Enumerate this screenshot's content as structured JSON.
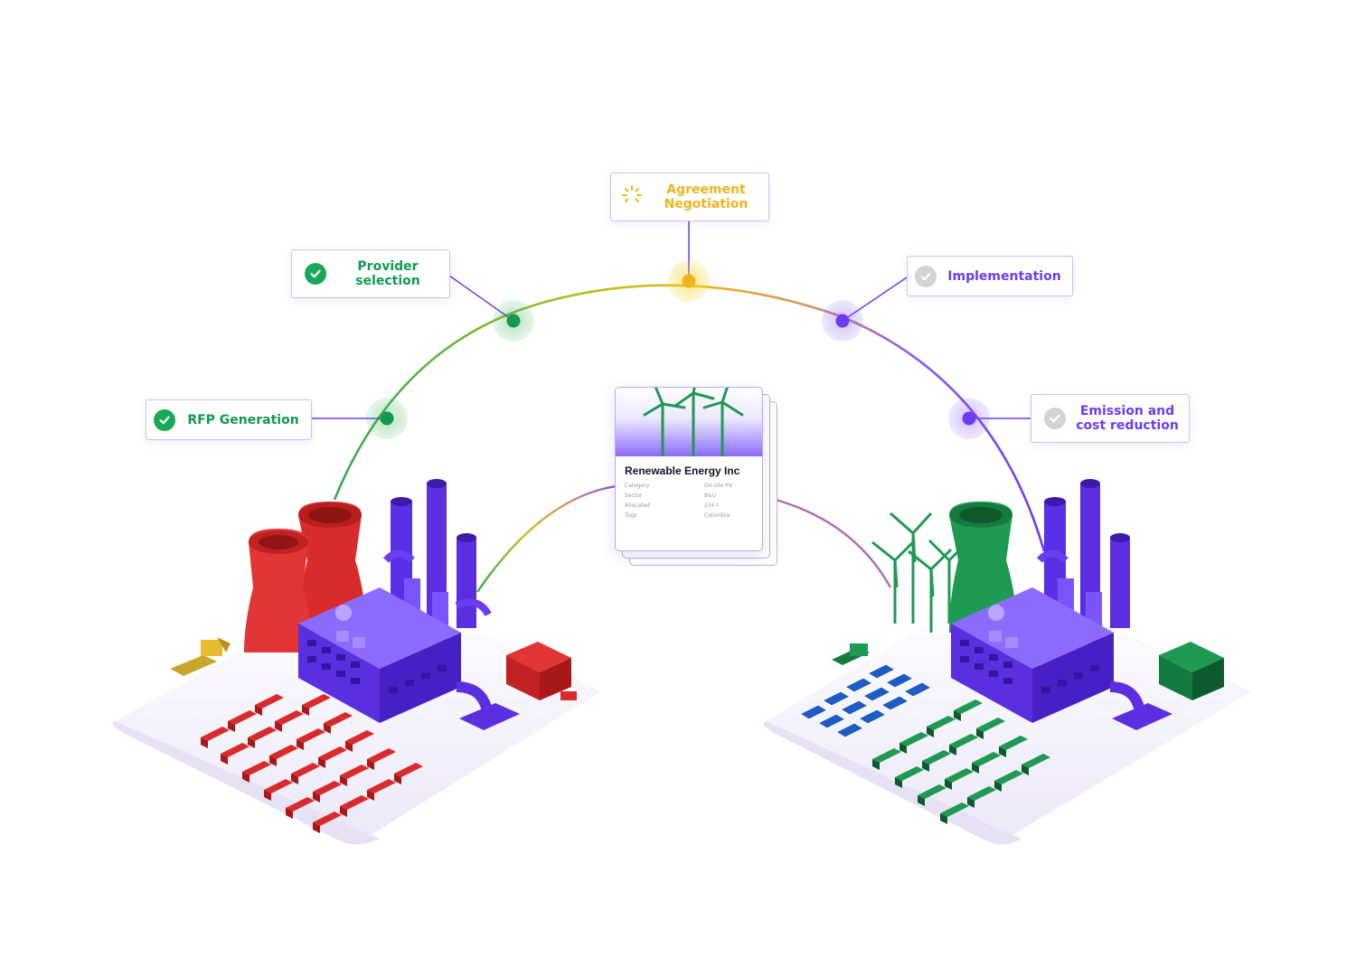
{
  "stages": [
    {
      "label": "RFP Generation",
      "status": "done",
      "color": "#0f9a4e"
    },
    {
      "label": "Provider\nselection",
      "status": "done",
      "color": "#0f9a4e"
    },
    {
      "label": "Agreement\nNegotiation",
      "status": "in-progress",
      "color": "#f2b31b"
    },
    {
      "label": "Implementation",
      "status": "pending",
      "color": "#6a3df0"
    },
    {
      "label": "Emission and\ncost reduction",
      "status": "pending",
      "color": "#6a3df0"
    }
  ],
  "provider_card": {
    "title": "Renewable Energy Inc",
    "fields": [
      {
        "key": "Category",
        "value": "On-site PV"
      },
      {
        "key": "Sector",
        "value": "B&U"
      },
      {
        "key": "Allocated",
        "value": "234 t"
      },
      {
        "key": "Tags",
        "value": "Colombia"
      }
    ]
  },
  "icons": {
    "done": "check-circle-icon",
    "in_progress": "spinner-icon",
    "pending": "check-circle-grey-icon"
  },
  "colors": {
    "green": "#18a957",
    "yellow": "#f2b31b",
    "purple": "#6a3df0",
    "red_accent": "#d92b2b",
    "factory_purple": "#5b2fe0"
  }
}
